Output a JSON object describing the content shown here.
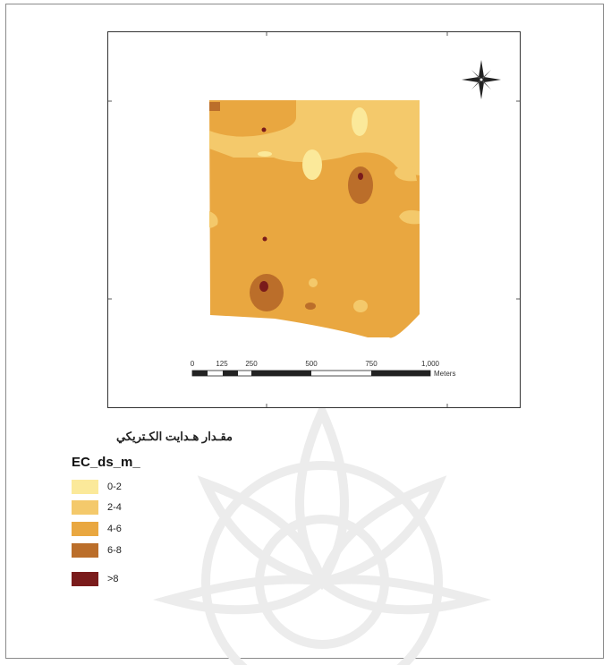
{
  "map": {
    "scale_bar": {
      "ticks": [
        "0",
        "125",
        "250",
        "500",
        "750",
        "1,000"
      ],
      "unit": "Meters"
    },
    "colors": {
      "class_0_2": "#fbe99a",
      "class_2_4": "#f4c96b",
      "class_4_6": "#e9a740",
      "class_6_8": "#bb6e2a",
      "class_8_plus": "#7a1b1b"
    }
  },
  "legend": {
    "title": "مقـدار هـدايت الكـتريكي",
    "field": "EC_ds_m_",
    "items": [
      {
        "label": "0-2",
        "color": "#fbe99a"
      },
      {
        "label": "2-4",
        "color": "#f4c96b"
      },
      {
        "label": "4-6",
        "color": "#e9a740"
      },
      {
        "label": "6-8",
        "color": "#bb6e2a"
      },
      {
        "label": ">8",
        "color": "#7a1b1b"
      }
    ]
  }
}
